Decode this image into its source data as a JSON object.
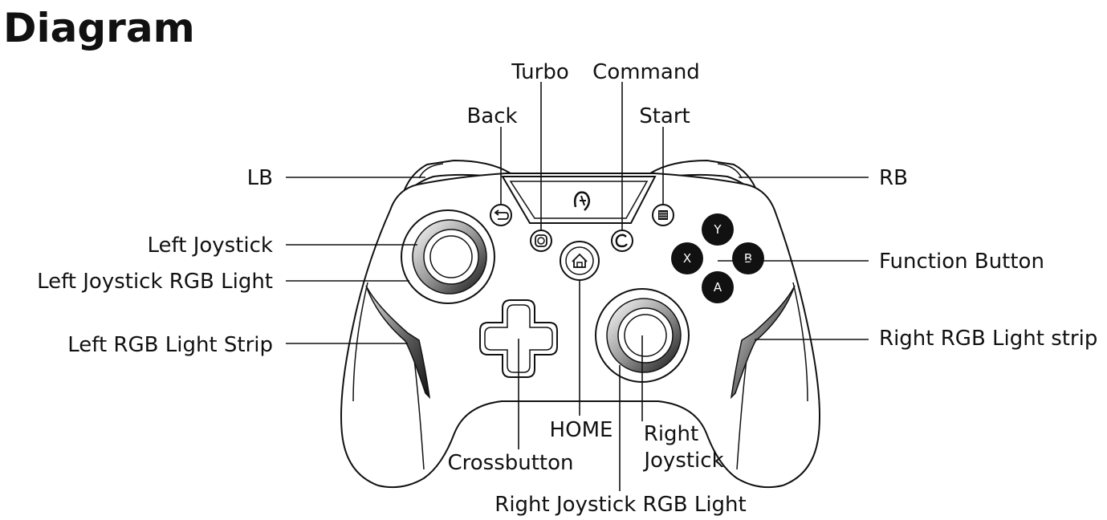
{
  "title": "Diagram",
  "labels": {
    "turbo": "Turbo",
    "command": "Command",
    "back": "Back",
    "start": "Start",
    "lb": "LB",
    "rb": "RB",
    "left_joystick": "Left Joystick",
    "left_joystick_rgb": "Left Joystick RGB Light",
    "left_rgb_strip": "Left RGB Light Strip",
    "function_button": "Function Button",
    "right_rgb_strip": "Right RGB Light strip",
    "home": "HOME",
    "right_joystick_line1": "Right",
    "right_joystick_line2": "Joystick",
    "crossbutton": "Crossbutton",
    "right_joystick_rgb": "Right Joystick RGB Light"
  },
  "face_buttons": {
    "y": "Y",
    "x": "X",
    "b": "B",
    "a": "A"
  },
  "icons": [
    "back-arrow-icon",
    "start-menu-icon",
    "turbo-icon",
    "command-c-icon",
    "home-house-icon",
    "brand-logo-icon"
  ],
  "colors": {
    "line": "#111111",
    "face_button_fill": "#111111",
    "background": "#ffffff"
  }
}
